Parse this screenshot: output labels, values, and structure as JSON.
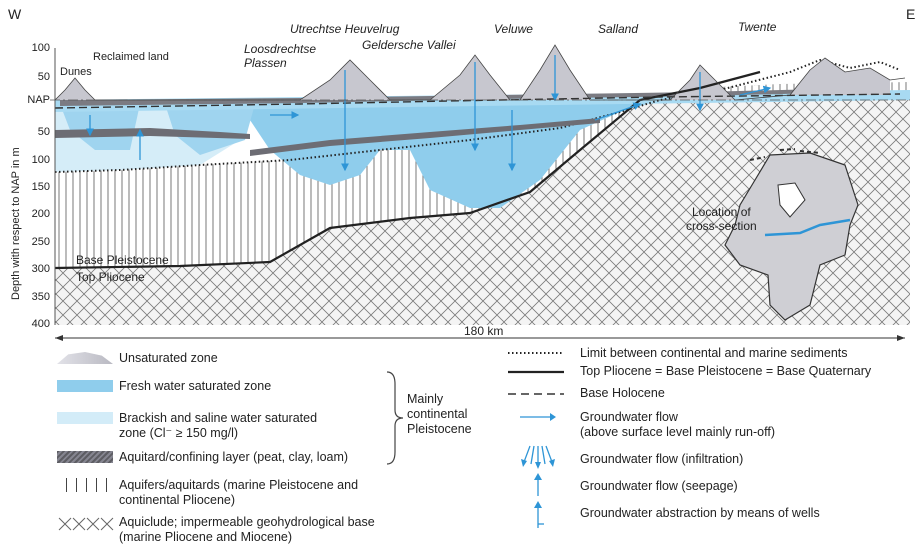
{
  "directions": {
    "west": "W",
    "east": "E"
  },
  "y_axis": {
    "label": "Depth with respect to NAP in m",
    "ticks": [
      "100",
      "50",
      "NAP",
      "50",
      "100",
      "150",
      "200",
      "250",
      "300",
      "350",
      "400"
    ]
  },
  "places": [
    "Dunes",
    "Reclaimed land",
    "Loosdrechtse Plassen",
    "Utrechtse Heuvelrug",
    "Geldersche Vallei",
    "Veluwe",
    "Salland",
    "Twente"
  ],
  "section_labels": {
    "base_pleistocene": "Base Pleistocene",
    "top_pliocene": "Top Pliocene"
  },
  "scale": "180 km",
  "inset": {
    "label_line1": "Location of",
    "label_line2": "cross-section"
  },
  "legend_left": [
    {
      "name": "unsaturated",
      "line1": "Unsaturated zone",
      "line2": ""
    },
    {
      "name": "fresh",
      "line1": "Fresh water saturated zone",
      "line2": ""
    },
    {
      "name": "brackish",
      "line1": "Brackish and saline water saturated",
      "line2": "zone (Cl⁻ ≥ 150 mg/l)"
    },
    {
      "name": "aquitard",
      "line1": "Aquitard/confining layer (peat, clay, loam)",
      "line2": ""
    },
    {
      "name": "aquifer",
      "line1": "Aquifers/aquitards (marine Pleistocene and",
      "line2": "continental Pliocene)"
    },
    {
      "name": "aquiclude",
      "line1": "Aquiclude; impermeable geohydrological base",
      "line2": "(marine Pliocene and Miocene)"
    }
  ],
  "brace_label": {
    "line1": "Mainly",
    "line2": "continental",
    "line3": "Pleistocene"
  },
  "legend_right": [
    {
      "name": "limit",
      "line1": "Limit between continental and marine sediments",
      "line2": ""
    },
    {
      "name": "top-pliocene",
      "line1": "Top Pliocene = Base Pleistocene = Base Quaternary",
      "line2": ""
    },
    {
      "name": "base-holocene",
      "line1": "Base Holocene",
      "line2": ""
    },
    {
      "name": "flow",
      "line1": "Groundwater flow",
      "line2": "(above surface level mainly run-off)"
    },
    {
      "name": "infiltration",
      "line1": "Groundwater flow (infiltration)",
      "line2": ""
    },
    {
      "name": "seepage",
      "line1": "Groundwater flow (seepage)",
      "line2": ""
    },
    {
      "name": "abstraction",
      "line1": "Groundwater abstraction by means of wells",
      "line2": ""
    }
  ],
  "colors": {
    "fresh": "#8fcdec",
    "brackish": "#d3ecf8",
    "unsaturated": "#c7c7cf",
    "aquitard": "#6d6d74",
    "flow": "#2e95d6"
  }
}
